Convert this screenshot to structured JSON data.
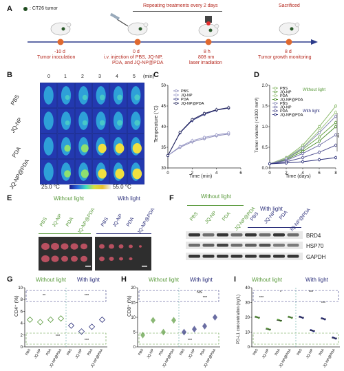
{
  "panels": {
    "A": "A",
    "B": "B",
    "C": "C",
    "D": "D",
    "E": "E",
    "F": "F",
    "G": "G",
    "H": "H",
    "I": "I"
  },
  "panelA": {
    "legend": ": CT26 tumor",
    "repeat": "Repeating treatments every 2 days",
    "sacrificed": "Sacrificed",
    "t1": "-10 d",
    "e1": "Tumor inoculation",
    "t2": "0 d",
    "e2a": "i.v. injection of PBS, JQ-NP,",
    "e2b": "PDA, and JQ-NP@PDA",
    "t3": "8 h",
    "e3a": "808 nm",
    "e3b": "laser irradiation",
    "t4": "8 d",
    "e4": "Tumor growth monitoring"
  },
  "panelB": {
    "times": [
      "0",
      "1",
      "2",
      "3",
      "4",
      "5"
    ],
    "unit": "(min)",
    "rows": [
      "PBS",
      "JQ-NP",
      "PDA",
      "JQ-NP@PDA"
    ],
    "scale_min": "25.0 °C",
    "scale_max": "55.0 °C"
  },
  "panelC": {
    "ylabel": "Temperature (°C)",
    "xlabel": "Time (min)",
    "yticks": [
      "30",
      "35",
      "40",
      "45",
      "50"
    ],
    "xticks": [
      "0",
      "2",
      "4",
      "6"
    ],
    "legend": [
      "PBS",
      "JQ-NP",
      "PDA",
      "JQ-NP@PDA"
    ]
  },
  "panelD": {
    "ylabel": "Tumor volume (×1000 mm³)",
    "xlabel": "Time (days)",
    "yticks": [
      "0.0",
      "0.5",
      "1.0",
      "1.5",
      "2.0"
    ],
    "xticks": [
      "0",
      "2",
      "4",
      "6",
      "8"
    ],
    "legend": [
      "PBS",
      "JQ-NP",
      "PDA",
      "JQ-NP@PDA",
      "PBS",
      "JQ-NP",
      "PDA",
      "JQ-NP@PDA"
    ],
    "without": "Without light",
    "with": "With light",
    "sig": "***"
  },
  "panelE": {
    "without": "Without light",
    "with": "With light",
    "groups": [
      "PBS",
      "JQ-NP",
      "PDA",
      "JQ-NP@PDA",
      "PBS",
      "JQ-NP",
      "PDA",
      "JQ-NP@PDA"
    ]
  },
  "panelF": {
    "without": "Without light",
    "with": "With light",
    "groups": [
      "PBS",
      "JQ-NP",
      "PDA",
      "JQ-NP@PDA",
      "PBS",
      "JQ-NP",
      "PDA",
      "JQ-NP@PDA"
    ],
    "bands": [
      "BRD4",
      "HSP70",
      "GAPDH"
    ]
  },
  "panelG": {
    "without": "Without light",
    "with": "With light",
    "ylabel": "CD4⁺ (%)",
    "yticks": [
      "0",
      "2",
      "4",
      "6",
      "8",
      "10"
    ],
    "groups": [
      "PBS",
      "JQ-NP",
      "PDA",
      "JQ-NP@PDA",
      "PBS",
      "JQ-NP",
      "PDA",
      "JQ-NP@PDA"
    ],
    "sig1": "**",
    "sig2": "***",
    "sig3": "***",
    "sig4": "***"
  },
  "panelH": {
    "without": "Without light",
    "with": "With light",
    "ylabel": "CD8⁺ (%)",
    "yticks": [
      "0",
      "5",
      "10",
      "15",
      "20"
    ],
    "groups": [
      "PBS",
      "JQ-NP",
      "PDA",
      "JQ-NP@PDA",
      "PBS",
      "JQ-NP",
      "PDA",
      "JQ-NP@PDA"
    ],
    "ns": "NS",
    "sig1": "***",
    "sig2": "***"
  },
  "panelI": {
    "without": "Without light",
    "with": "With light",
    "ylabel": "PD-L1 concentration (ng/L)",
    "yticks": [
      "0",
      "10",
      "20",
      "30",
      "40"
    ],
    "groups": [
      "PBS",
      "JQ-NP",
      "PDA",
      "JQ-NP@PDA",
      "PBS",
      "JQ-NP",
      "PDA",
      "JQ-NP@PDA"
    ],
    "sig1": "***",
    "sig2": "*",
    "sig3": "***",
    "sig4": "***"
  },
  "chart_data": [
    {
      "type": "line",
      "panel": "C",
      "xlabel": "Time (min)",
      "ylabel": "Temperature (°C)",
      "xlim": [
        0,
        6
      ],
      "ylim": [
        30,
        50
      ],
      "x": [
        0,
        1,
        2,
        3,
        4,
        5
      ],
      "series": [
        {
          "name": "PBS",
          "values": [
            33.0,
            35.0,
            36.3,
            37.1,
            37.8,
            38.2
          ],
          "color": "#8a8ab8"
        },
        {
          "name": "JQ-NP",
          "values": [
            33.0,
            35.2,
            36.6,
            37.4,
            38.0,
            38.5
          ],
          "color": "#9a9ac8"
        },
        {
          "name": "PDA",
          "values": [
            33.0,
            38.5,
            41.5,
            43.0,
            44.0,
            44.5
          ],
          "color": "#3b3f86"
        },
        {
          "name": "JQ-NP@PDA",
          "values": [
            33.0,
            38.6,
            41.7,
            43.2,
            44.1,
            44.6
          ],
          "color": "#26295e"
        }
      ]
    },
    {
      "type": "line",
      "panel": "D",
      "xlabel": "Time (days)",
      "ylabel": "Tumor volume (×1000 mm³)",
      "xlim": [
        0,
        8
      ],
      "ylim": [
        0,
        2.0
      ],
      "x": [
        0,
        2,
        4,
        6,
        8
      ],
      "series": [
        {
          "name": "PBS",
          "values": [
            0.1,
            0.25,
            0.55,
            1.0,
            1.5
          ],
          "color": "#88b868"
        },
        {
          "name": "JQ-NP",
          "values": [
            0.1,
            0.22,
            0.45,
            0.75,
            1.1
          ],
          "color": "#6aa54a"
        },
        {
          "name": "PDA",
          "values": [
            0.1,
            0.24,
            0.5,
            0.9,
            1.35
          ],
          "color": "#a5c98a"
        },
        {
          "name": "JQ-NP@PDA",
          "values": [
            0.1,
            0.2,
            0.4,
            0.65,
            1.0
          ],
          "color": "#4f8f30"
        },
        {
          "name": "PBS",
          "values": [
            0.1,
            0.22,
            0.48,
            0.85,
            1.25
          ],
          "color": "#8a8ab8"
        },
        {
          "name": "JQ-NP",
          "values": [
            0.1,
            0.18,
            0.35,
            0.55,
            0.8
          ],
          "color": "#7070a8"
        },
        {
          "name": "PDA",
          "values": [
            0.1,
            0.15,
            0.25,
            0.38,
            0.55
          ],
          "color": "#505090"
        },
        {
          "name": "JQ-NP@PDA",
          "values": [
            0.1,
            0.12,
            0.15,
            0.2,
            0.25
          ],
          "color": "#2b2f7a"
        }
      ]
    },
    {
      "type": "scatter",
      "panel": "G",
      "ylabel": "CD4⁺ (%)",
      "categories": [
        "PBS",
        "JQ-NP",
        "PDA",
        "JQ-NP@PDA",
        "PBS",
        "JQ-NP",
        "PDA",
        "JQ-NP@PDA"
      ],
      "ylim": [
        0,
        10
      ],
      "values": [
        4.6,
        4.2,
        4.6,
        4.8,
        3.6,
        2.6,
        3.4,
        4.6
      ]
    },
    {
      "type": "scatter",
      "panel": "H",
      "ylabel": "CD8⁺ (%)",
      "categories": [
        "PBS",
        "JQ-NP",
        "PDA",
        "JQ-NP@PDA",
        "PBS",
        "JQ-NP",
        "PDA",
        "JQ-NP@PDA"
      ],
      "ylim": [
        0,
        20
      ],
      "values": [
        4,
        9,
        5,
        9,
        5,
        6,
        7,
        10
      ]
    },
    {
      "type": "scatter",
      "panel": "I",
      "ylabel": "PD-L1 concentration (ng/L)",
      "categories": [
        "PBS",
        "JQ-NP",
        "PDA",
        "JQ-NP@PDA",
        "PBS",
        "JQ-NP",
        "PDA",
        "JQ-NP@PDA"
      ],
      "ylim": [
        0,
        40
      ],
      "values": [
        20,
        12,
        18,
        20,
        20,
        11,
        19,
        6
      ]
    }
  ]
}
